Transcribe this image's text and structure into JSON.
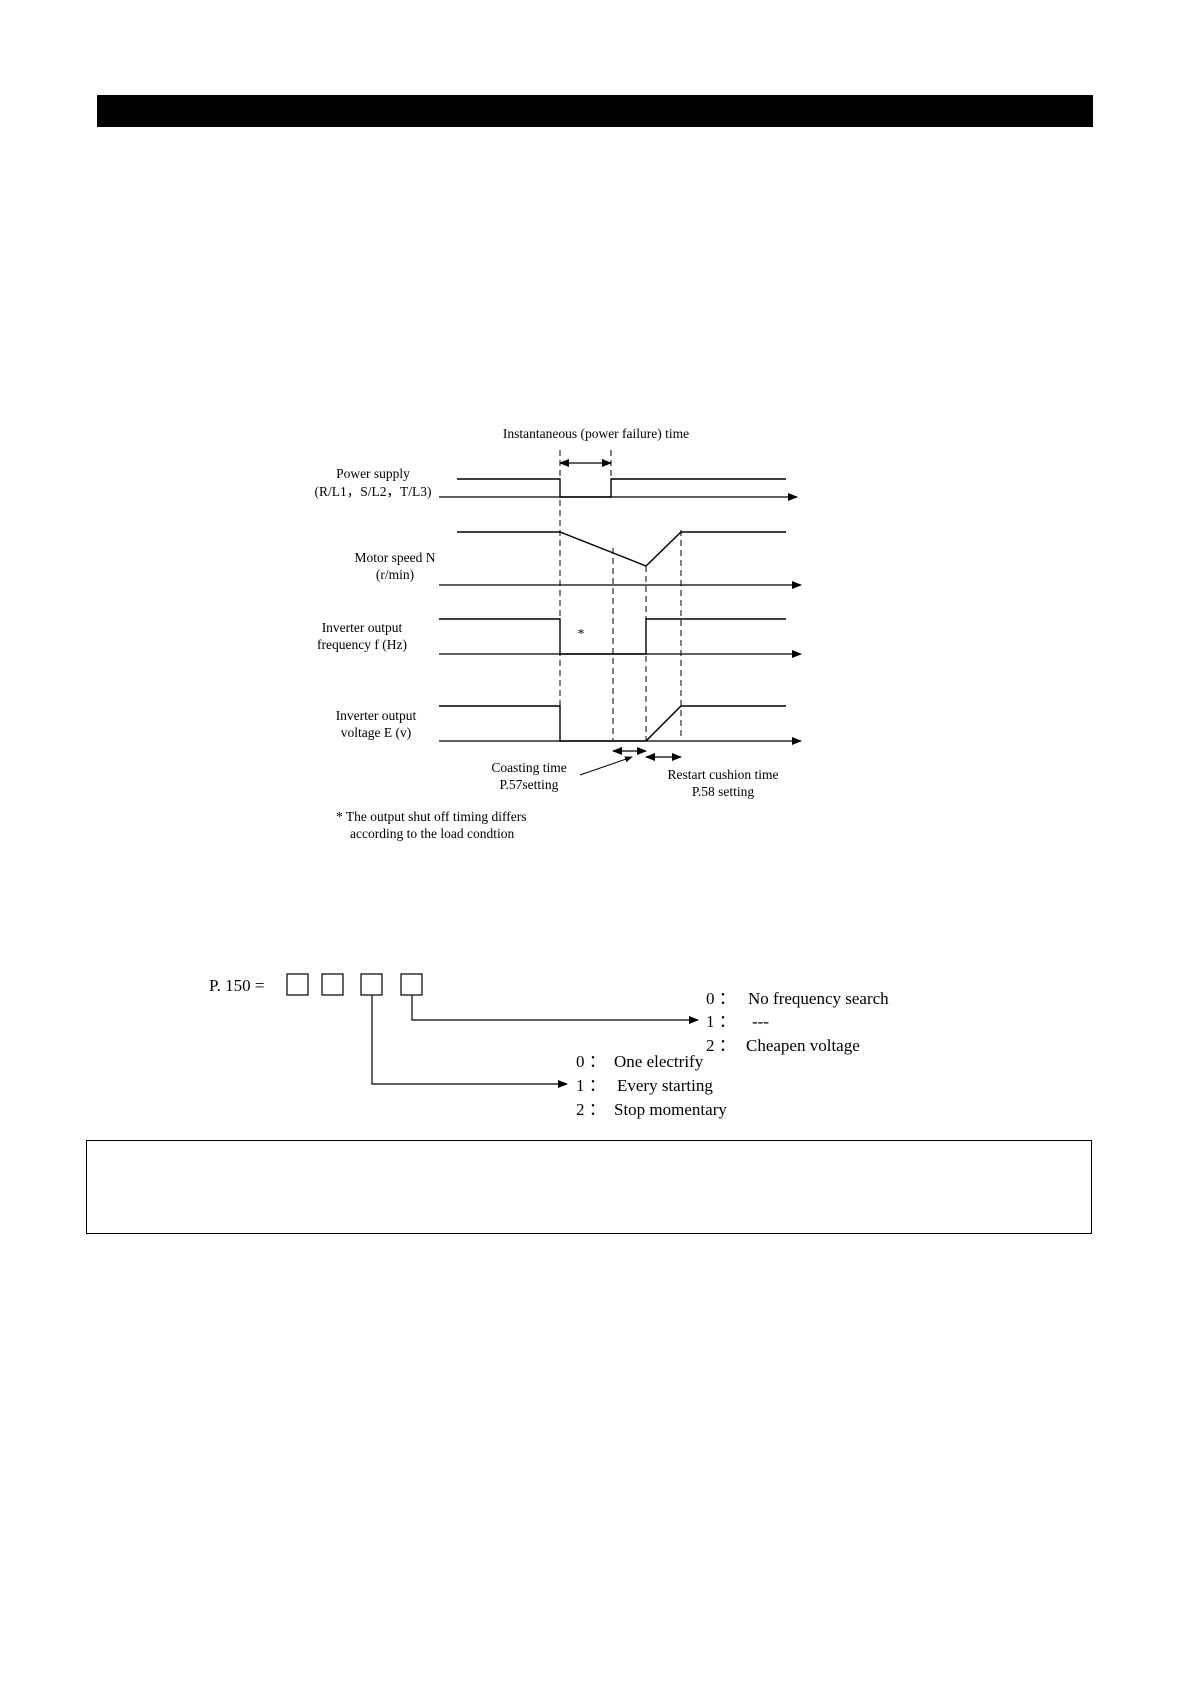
{
  "diagram": {
    "top_label": "Instantaneous (power failure) time",
    "rows": [
      {
        "label_line1": "Power supply",
        "label_line2": "(R/L1，S/L2，T/L3)"
      },
      {
        "label_line1": "Motor speed N",
        "label_line2": "(r/min)"
      },
      {
        "label_line1": "Inverter output",
        "label_line2": "frequency f (Hz)"
      },
      {
        "label_line1": "Inverter output",
        "label_line2": "voltage E (v)"
      }
    ],
    "asterisk": "*",
    "coasting_line1": "Coasting time",
    "coasting_line2": "P.57setting",
    "restart_line1": "Restart cushion time",
    "restart_line2": "P.58 setting",
    "footnote_line1": "* The output shut off timing differs",
    "footnote_line2": "according to the load condtion"
  },
  "param": {
    "label": "P. 150 =",
    "digit_a": {
      "options": [
        {
          "num": "0 ：",
          "text": "No frequency search"
        },
        {
          "num": "1 ：",
          "text": "---"
        },
        {
          "num": "2 ：",
          "text": "Cheapen voltage"
        }
      ]
    },
    "digit_b": {
      "options": [
        {
          "num": "0 ：",
          "text": "One electrify"
        },
        {
          "num": "1 ：",
          "text": "Every starting"
        },
        {
          "num": "2 ：",
          "text": "Stop momentary"
        }
      ]
    }
  }
}
